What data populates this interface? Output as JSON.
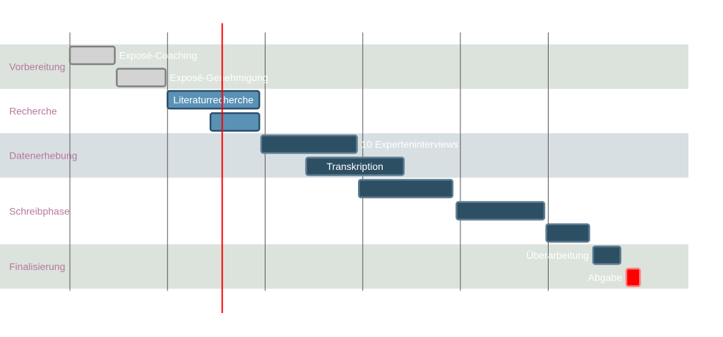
{
  "chart_data": {
    "type": "gantt",
    "timeline": {
      "min": 0,
      "max": 30,
      "today": 7.8,
      "gridlines": [
        0,
        5,
        10,
        15,
        20,
        24.5
      ]
    },
    "sections": [
      {
        "name": "Vorbereitung",
        "rows": 2,
        "shaded": true,
        "color": "#dbe3dc"
      },
      {
        "name": "Recherche",
        "rows": 2,
        "shaded": false,
        "color": "#ffffff"
      },
      {
        "name": "Datenerhebung",
        "rows": 2,
        "shaded": true,
        "color": "#d8dfe3"
      },
      {
        "name": "Schreibphase",
        "rows": 3,
        "shaded": false,
        "color": "#ffffff"
      },
      {
        "name": "Finalisierung",
        "rows": 2,
        "shaded": true,
        "color": "#dbe3dc"
      }
    ],
    "tasks": [
      {
        "name": "Exposé-Coaching",
        "start": 0,
        "end": 2.3,
        "status": "done",
        "label_pos": "outside"
      },
      {
        "name": "Exposé-Genehmigung",
        "start": 2.4,
        "end": 4.9,
        "status": "done",
        "label_pos": "outside"
      },
      {
        "name": "Literaturrecherche",
        "start": 5,
        "end": 9.7,
        "status": "active",
        "label_pos": "inside"
      },
      {
        "name": "",
        "start": 7.2,
        "end": 9.7,
        "status": "active",
        "label_pos": "outside"
      },
      {
        "name": "10 Experteninterviews",
        "start": 9.8,
        "end": 14.7,
        "status": "task",
        "label_pos": "outside"
      },
      {
        "name": "Transkription",
        "start": 12.1,
        "end": 17.1,
        "status": "task",
        "label_pos": "inside"
      },
      {
        "name": "",
        "start": 14.8,
        "end": 19.6,
        "status": "task",
        "label_pos": "outside"
      },
      {
        "name": "",
        "start": 19.8,
        "end": 24.3,
        "status": "task",
        "label_pos": "outside"
      },
      {
        "name": "",
        "start": 24.4,
        "end": 26.6,
        "status": "task",
        "label_pos": "outside"
      },
      {
        "name": "Überarbeitung",
        "start": 26.8,
        "end": 28.2,
        "status": "task",
        "label_pos": "outside-left"
      },
      {
        "name": "Abgabe",
        "start": 28.5,
        "end": 29.2,
        "status": "crit",
        "label_pos": "outside-left"
      }
    ],
    "colors": {
      "done_fill": "#d3d3d3",
      "done_stroke": "#808080",
      "active_fill": "#5a92b6",
      "active_stroke": "#2c4f6a",
      "task_fill": "#2d4f63",
      "task_stroke": "#5f7d92",
      "crit_fill": "#ff0000",
      "crit_stroke": "#ff8080",
      "section_text": "#b7779f",
      "today": "#ff0000",
      "grid": "#555555",
      "task_text": "#ffffff"
    }
  }
}
